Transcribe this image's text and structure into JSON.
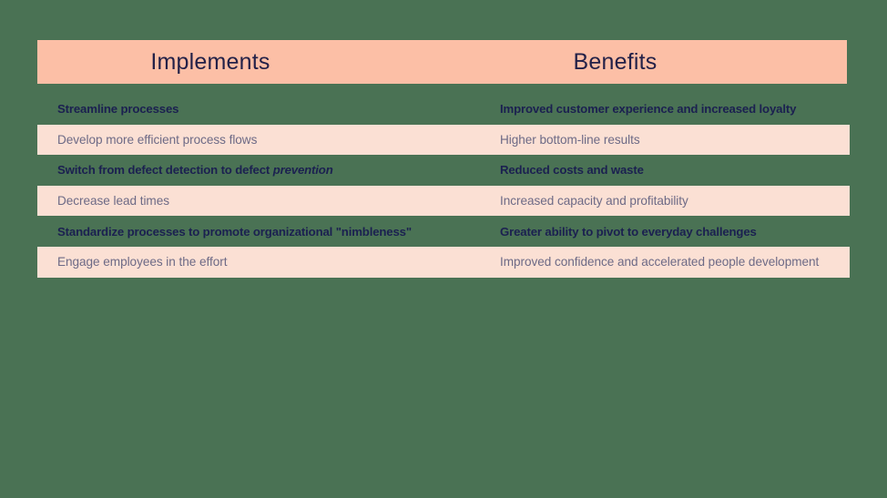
{
  "slide": {
    "background_color": "#4a7254",
    "header_band_color": "#fcbfa6",
    "shaded_row_color": "#fbe0d4",
    "bold_text_color": "#1b2050",
    "muted_text_color": "#6d6a86"
  },
  "table": {
    "headers": {
      "col1": "Implements",
      "col2": "Benefits"
    },
    "rows": [
      {
        "style": "bold",
        "col1": "Streamline processes",
        "col2": "Improved customer experience and increased loyalty"
      },
      {
        "style": "shaded",
        "col1": "Develop more efficient process flows",
        "col2": "Higher bottom-line results"
      },
      {
        "style": "bold",
        "col1_pre": "Switch from defect detection to defect ",
        "col1_italic": "prevention",
        "col1": "Switch from defect detection to defect prevention",
        "col2": "Reduced costs and waste"
      },
      {
        "style": "shaded",
        "col1": "Decrease lead times",
        "col2": "Increased capacity and profitability"
      },
      {
        "style": "bold",
        "col1": "Standardize processes to promote organizational \"nimbleness\"",
        "col2": "Greater ability to pivot to everyday challenges"
      },
      {
        "style": "shaded",
        "col1": "Engage employees in the effort",
        "col2": "Improved confidence and accelerated people development"
      }
    ]
  }
}
